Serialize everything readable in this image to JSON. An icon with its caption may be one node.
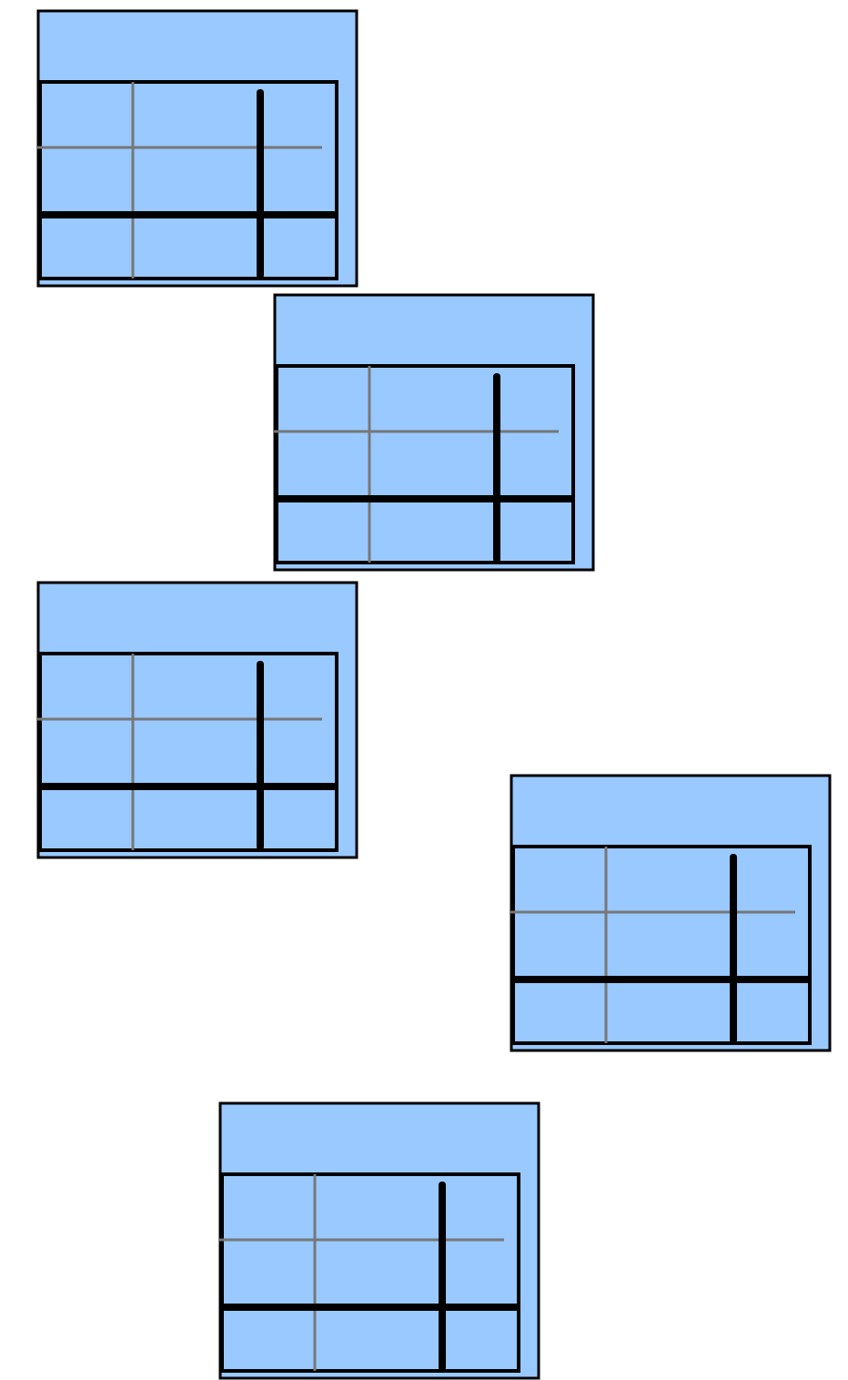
{
  "diagram": {
    "nodes": [
      {
        "text": [],
        "shape": "picture"
      },
      {
        "text": [],
        "shape": "picture"
      },
      {
        "text": [],
        "shape": "picture"
      },
      {
        "text": [],
        "shape": "picture"
      },
      {
        "text": [],
        "shape": "picture"
      }
    ]
  }
}
